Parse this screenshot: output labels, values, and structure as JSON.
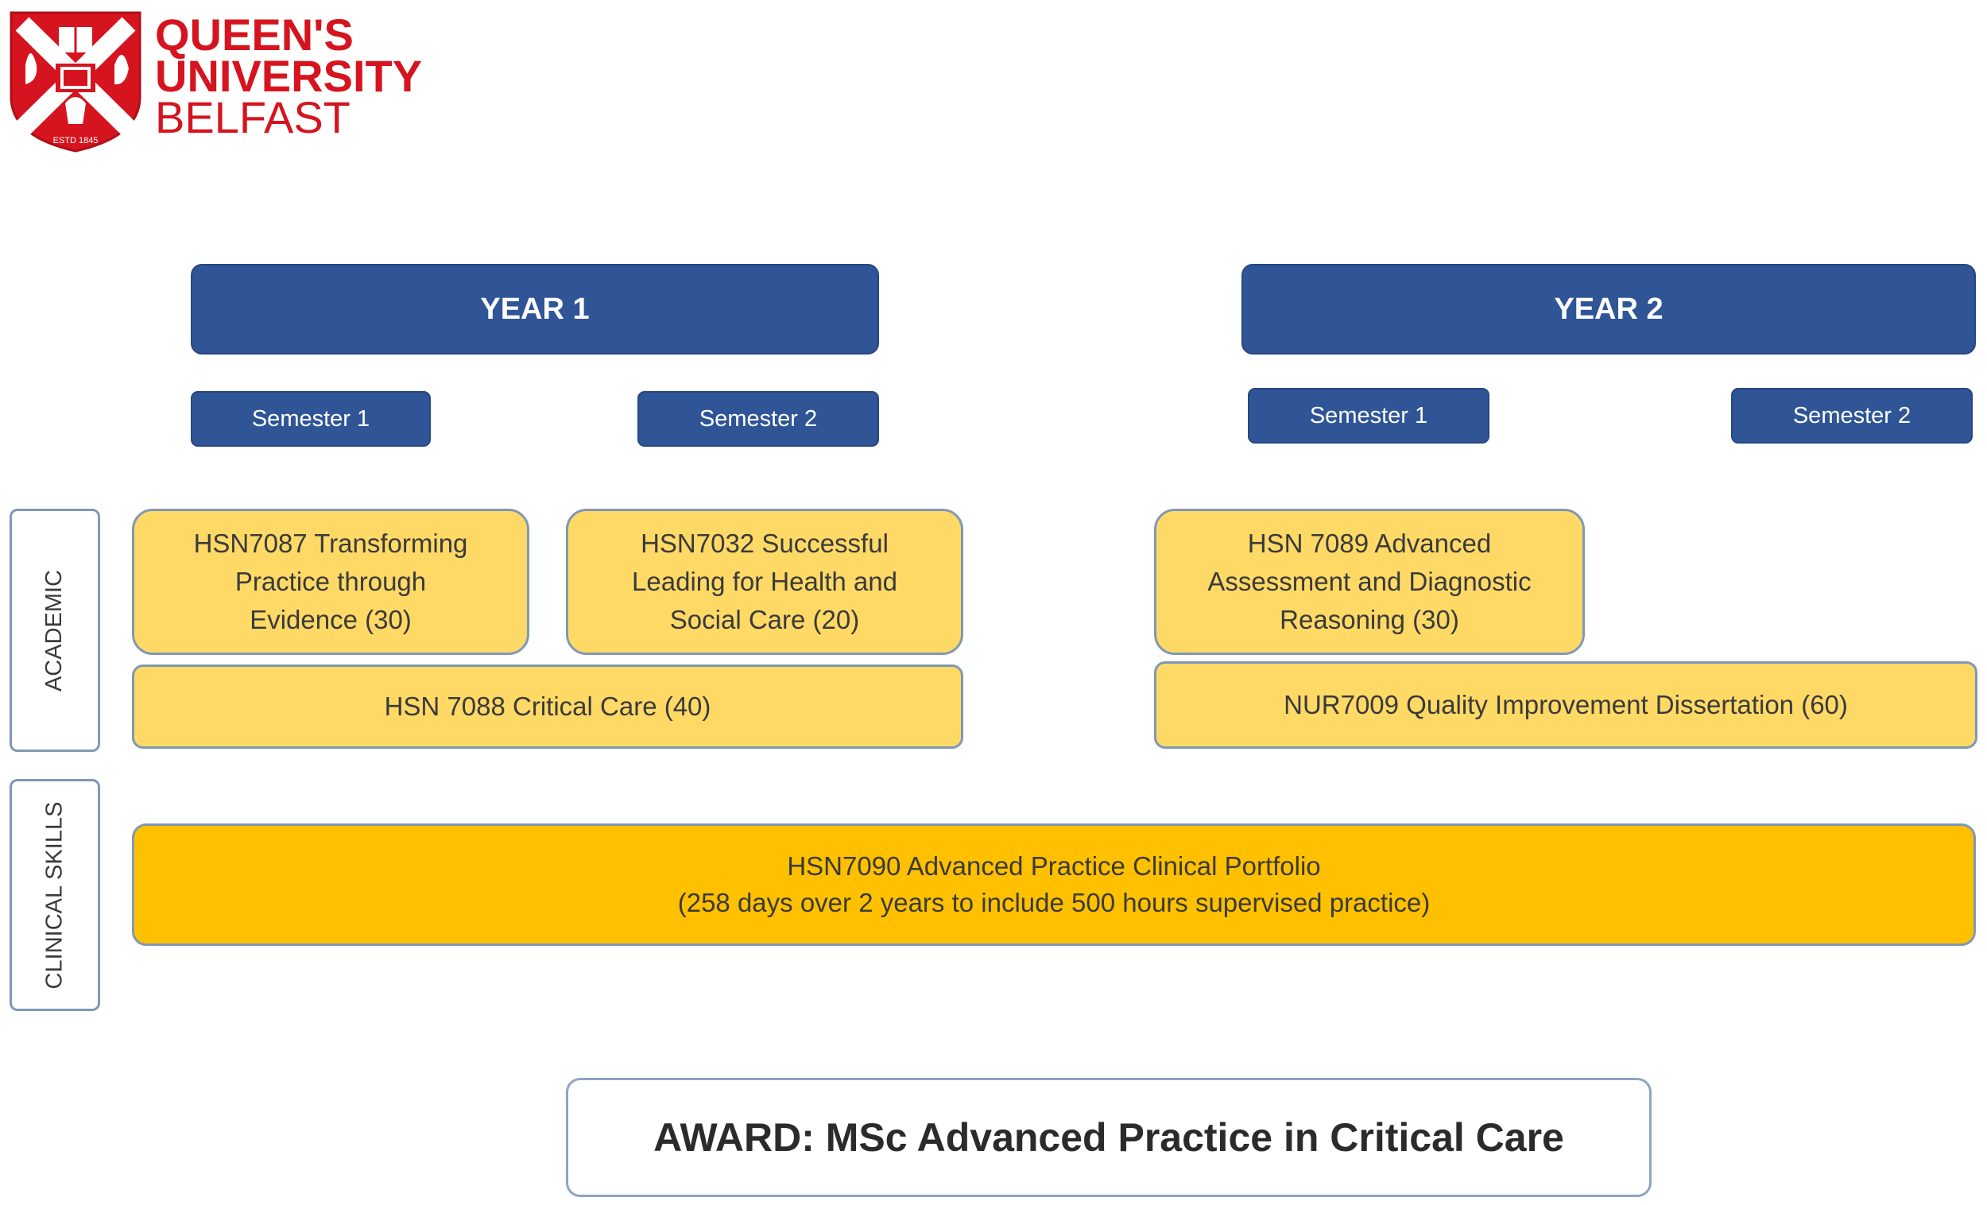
{
  "logo": {
    "line1": "QUEEN'S",
    "line2": "UNIVERSITY",
    "line3": "BELFAST",
    "crest_text": "ESTD 1845",
    "brand_color": "#d6141f"
  },
  "years": [
    {
      "title": "YEAR 1",
      "semesters": [
        "Semester 1",
        "Semester 2"
      ]
    },
    {
      "title": "YEAR 2",
      "semesters": [
        "Semester 1",
        "Semester 2"
      ]
    }
  ],
  "rows": {
    "academic": "ACADEMIC",
    "clinical": "CLINICAL SKILLS"
  },
  "modules": {
    "hsn7087": [
      "HSN7087 Transforming",
      "Practice through",
      "Evidence (30)"
    ],
    "hsn7032": [
      "HSN7032 Successful",
      "Leading for Health and",
      "Social Care (20)"
    ],
    "hsn7089": [
      "HSN 7089 Advanced",
      "Assessment and Diagnostic",
      "Reasoning (30)"
    ],
    "hsn7088": "HSN 7088 Critical Care (40)",
    "nur7009": "NUR7009 Quality Improvement Dissertation (60)",
    "hsn7090": [
      "HSN7090 Advanced Practice Clinical Portfolio",
      "(258 days over 2 years to include 500 hours supervised practice)"
    ]
  },
  "award": "AWARD:  MSc Advanced Practice in Critical Care",
  "colors": {
    "header_blue": "#2f5597",
    "module_yellow": "#ffd966",
    "clinical_orange": "#ffc000",
    "border_blue_grey": "#7f98b6"
  }
}
